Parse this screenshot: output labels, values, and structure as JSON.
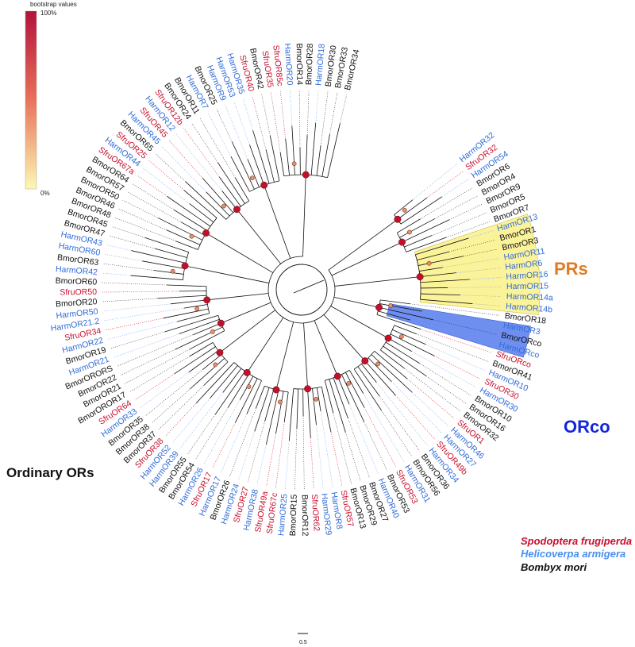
{
  "colors": {
    "sfru": "#c8102e",
    "harm": "#2f6bd8",
    "bmor": "#111111",
    "pr_highlight": "#fbf39a",
    "orco_highlight": "#6f8ff0",
    "node": "#c3102a",
    "pr_label": "#e07b24",
    "orco_label": "#1428d8"
  },
  "colorbar": {
    "title": "bootstrap values",
    "max_label": "100%",
    "min_label": "0%"
  },
  "group_labels": {
    "prs": "PRs",
    "orco": "ORco",
    "ordinary": "Ordinary ORs"
  },
  "legend": [
    {
      "label": "Spodoptera frugiperda",
      "species": "sfru"
    },
    {
      "label": "Helicoverpa armigera",
      "species": "harm"
    },
    {
      "label": "Bombyx mori",
      "species": "bmor"
    }
  ],
  "scale_bar": {
    "label": "0.5"
  },
  "leaves": [
    {
      "label": "HarmOR32",
      "sp": "harm"
    },
    {
      "label": "SfruOR32",
      "sp": "sfru"
    },
    {
      "label": "HarmOR54",
      "sp": "harm"
    },
    {
      "label": "BmorOR6",
      "sp": "bmor"
    },
    {
      "label": "BmorOR4",
      "sp": "bmor"
    },
    {
      "label": "BmorOR9",
      "sp": "bmor"
    },
    {
      "label": "BmorOR5",
      "sp": "bmor"
    },
    {
      "label": "BmorOR7",
      "sp": "bmor"
    },
    {
      "label": "HarmOR13",
      "sp": "harm"
    },
    {
      "label": "BmorOR1",
      "sp": "bmor"
    },
    {
      "label": "BmorOR3",
      "sp": "bmor"
    },
    {
      "label": "HarmOR11",
      "sp": "harm"
    },
    {
      "label": "HarmOR6",
      "sp": "harm"
    },
    {
      "label": "HarmOR16",
      "sp": "harm"
    },
    {
      "label": "HarmOR15",
      "sp": "harm"
    },
    {
      "label": "HarmOR14a",
      "sp": "harm"
    },
    {
      "label": "HarmOR14b",
      "sp": "harm"
    },
    {
      "label": "BmorOR18",
      "sp": "bmor"
    },
    {
      "label": "HarmOR3",
      "sp": "harm"
    },
    {
      "label": "BmorORco",
      "sp": "bmor"
    },
    {
      "label": "HarmORco",
      "sp": "harm"
    },
    {
      "label": "SfruORco",
      "sp": "sfru"
    },
    {
      "label": "BmorOR41",
      "sp": "bmor"
    },
    {
      "label": "HarmOR10",
      "sp": "harm"
    },
    {
      "label": "SfruOR30",
      "sp": "sfru"
    },
    {
      "label": "HarmOR30",
      "sp": "harm"
    },
    {
      "label": "BmorOR10",
      "sp": "bmor"
    },
    {
      "label": "BmorOR16",
      "sp": "bmor"
    },
    {
      "label": "BmorOR32",
      "sp": "bmor"
    },
    {
      "label": "SfruOR1",
      "sp": "sfru"
    },
    {
      "label": "HarmOR46",
      "sp": "harm"
    },
    {
      "label": "HarmOR27",
      "sp": "harm"
    },
    {
      "label": "SfruOR49b",
      "sp": "sfru"
    },
    {
      "label": "HarmOR34",
      "sp": "harm"
    },
    {
      "label": "BmorOR36",
      "sp": "bmor"
    },
    {
      "label": "BmorOR56",
      "sp": "bmor"
    },
    {
      "label": "HarmOR31",
      "sp": "harm"
    },
    {
      "label": "SfruOR53",
      "sp": "sfru"
    },
    {
      "label": "BmorOR53",
      "sp": "bmor"
    },
    {
      "label": "HarmOR40",
      "sp": "harm"
    },
    {
      "label": "BmorOR27",
      "sp": "bmor"
    },
    {
      "label": "BmorOR29",
      "sp": "bmor"
    },
    {
      "label": "BmorOR13",
      "sp": "bmor"
    },
    {
      "label": "SfruOR57",
      "sp": "sfru"
    },
    {
      "label": "HarmOR8",
      "sp": "harm"
    },
    {
      "label": "HarmOR29",
      "sp": "harm"
    },
    {
      "label": "SfruOR62",
      "sp": "sfru"
    },
    {
      "label": "BmorOR12",
      "sp": "bmor"
    },
    {
      "label": "BmorOR15",
      "sp": "bmor"
    },
    {
      "label": "HarmOR25",
      "sp": "harm"
    },
    {
      "label": "SfruOR67c",
      "sp": "sfru"
    },
    {
      "label": "SfruOR49a",
      "sp": "sfru"
    },
    {
      "label": "HarmOR38",
      "sp": "harm"
    },
    {
      "label": "SfruOR27",
      "sp": "sfru"
    },
    {
      "label": "HarmOR24",
      "sp": "harm"
    },
    {
      "label": "BmorOR26",
      "sp": "bmor"
    },
    {
      "label": "HarmOR17",
      "sp": "harm"
    },
    {
      "label": "SfruOR17",
      "sp": "sfru"
    },
    {
      "label": "HarmOR26",
      "sp": "harm"
    },
    {
      "label": "BmorOR54",
      "sp": "bmor"
    },
    {
      "label": "BmorOR55",
      "sp": "bmor"
    },
    {
      "label": "HarmOR39",
      "sp": "harm"
    },
    {
      "label": "HarmOR52",
      "sp": "harm"
    },
    {
      "label": "SfruOR38",
      "sp": "sfru"
    },
    {
      "label": "BmorOR37",
      "sp": "bmor"
    },
    {
      "label": "BmorOR38",
      "sp": "bmor"
    },
    {
      "label": "BmorOR35",
      "sp": "bmor"
    },
    {
      "label": "HarmOR33",
      "sp": "harm"
    },
    {
      "label": "SfruOR64",
      "sp": "sfru"
    },
    {
      "label": "BmorOROR17",
      "sp": "bmor"
    },
    {
      "label": "BmorOR21",
      "sp": "bmor"
    },
    {
      "label": "BmorOR22",
      "sp": "bmor"
    },
    {
      "label": "BmorORORS",
      "sp": "bmor"
    },
    {
      "label": "HarmOR21",
      "sp": "harm"
    },
    {
      "label": "BmorOR19",
      "sp": "bmor"
    },
    {
      "label": "HarmOR22",
      "sp": "harm"
    },
    {
      "label": "SfruOR34",
      "sp": "sfru"
    },
    {
      "label": "HarmOR21.2",
      "sp": "harm"
    },
    {
      "label": "HarmOR50",
      "sp": "harm"
    },
    {
      "label": "BmorOR20",
      "sp": "bmor"
    },
    {
      "label": "SfruOR50",
      "sp": "sfru"
    },
    {
      "label": "BmorOR60",
      "sp": "bmor"
    },
    {
      "label": "HarmOR42",
      "sp": "harm"
    },
    {
      "label": "BmorOR63",
      "sp": "bmor"
    },
    {
      "label": "HarmOR60",
      "sp": "harm"
    },
    {
      "label": "HarmOR43",
      "sp": "harm"
    },
    {
      "label": "BmorOR47",
      "sp": "bmor"
    },
    {
      "label": "BmorOR45",
      "sp": "bmor"
    },
    {
      "label": "BmorOR48",
      "sp": "bmor"
    },
    {
      "label": "BmorOR46",
      "sp": "bmor"
    },
    {
      "label": "BmorOR50",
      "sp": "bmor"
    },
    {
      "label": "BmorOR57",
      "sp": "bmor"
    },
    {
      "label": "BmorOR64",
      "sp": "bmor"
    },
    {
      "label": "SfruOR67a",
      "sp": "sfru"
    },
    {
      "label": "HarmOR44",
      "sp": "harm"
    },
    {
      "label": "SfruOR25",
      "sp": "sfru"
    },
    {
      "label": "BmorOR65",
      "sp": "bmor"
    },
    {
      "label": "HarmOR45",
      "sp": "harm"
    },
    {
      "label": "SfruOR45",
      "sp": "sfru"
    },
    {
      "label": "HarmOR12",
      "sp": "harm"
    },
    {
      "label": "SfruOR12b",
      "sp": "sfru"
    },
    {
      "label": "BmorOR24",
      "sp": "bmor"
    },
    {
      "label": "BmorOR11",
      "sp": "bmor"
    },
    {
      "label": "HarmOR7",
      "sp": "harm"
    },
    {
      "label": "BmorOR25",
      "sp": "bmor"
    },
    {
      "label": "HarmOR9",
      "sp": "harm"
    },
    {
      "label": "HarmOR53",
      "sp": "harm"
    },
    {
      "label": "HarmOR35",
      "sp": "harm"
    },
    {
      "label": "SfruOR40",
      "sp": "sfru"
    },
    {
      "label": "BmorOR42",
      "sp": "bmor"
    },
    {
      "label": "SfruOR35",
      "sp": "sfru"
    },
    {
      "label": "SfruOR85c",
      "sp": "sfru"
    },
    {
      "label": "HarmOR20",
      "sp": "harm"
    },
    {
      "label": "BmorOR14",
      "sp": "bmor"
    },
    {
      "label": "BmorOR28",
      "sp": "bmor"
    },
    {
      "label": "HarmOR18",
      "sp": "harm"
    },
    {
      "label": "BmorOR30",
      "sp": "bmor"
    },
    {
      "label": "BmorOR33",
      "sp": "bmor"
    },
    {
      "label": "BmorOR34",
      "sp": "bmor"
    }
  ]
}
